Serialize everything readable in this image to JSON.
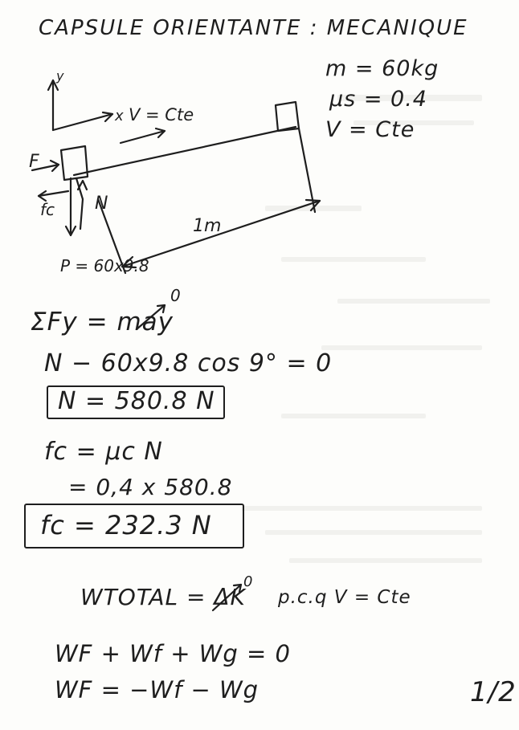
{
  "title": "CAPSULE  ORIENTANTE : MECANIQUE",
  "given": {
    "mass": "m = 60kg",
    "mu_s": "μs = 0.4",
    "velocity": "V = Cte"
  },
  "diagram": {
    "axis_y": "y",
    "axis_x": "x",
    "velocity_label": "V = Cte",
    "force_F": "F",
    "friction": "fc",
    "normal": "N",
    "weight": "P = 60x9.8",
    "length": "1m"
  },
  "steps": {
    "sum_fy": "ΣFy = may",
    "sum_fy_zero": "0",
    "normal_eq": "N − 60x9.8 cos 9° = 0",
    "normal_result": "N = 580.8 N",
    "friction_eq": "fc = μc N",
    "friction_sub": "= 0,4 x 580.8",
    "friction_result": "fc = 232.3 N",
    "work_total_lhs": "WTOTAL = ",
    "work_total_rhs": "ΔK",
    "work_total_zero": "0",
    "work_note": "p.c.q  V = Cte",
    "work_sum": "WF + Wf + Wg = 0",
    "work_F": "WF = −Wf − Wg"
  },
  "page_number": "1/2"
}
